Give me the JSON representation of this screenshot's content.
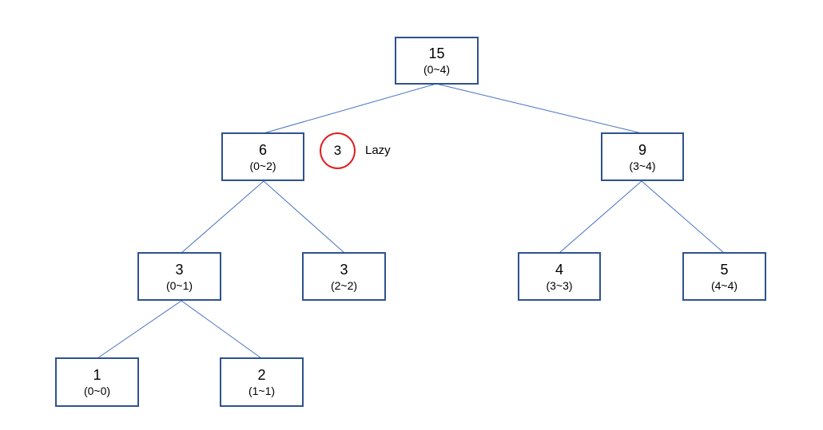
{
  "nodes": [
    {
      "value": "15",
      "range": "(0~4)"
    },
    {
      "value": "6",
      "range": "(0~2)"
    },
    {
      "value": "9",
      "range": "(3~4)"
    },
    {
      "value": "3",
      "range": "(0~1)"
    },
    {
      "value": "3",
      "range": "(2~2)"
    },
    {
      "value": "4",
      "range": "(3~3)"
    },
    {
      "value": "5",
      "range": "(4~4)"
    },
    {
      "value": "1",
      "range": "(0~0)"
    },
    {
      "value": "2",
      "range": "(1~1)"
    }
  ],
  "lazy": {
    "value": "3",
    "label": "Lazy"
  },
  "colors": {
    "node_border": "#2f528f",
    "edge": "#4472c4",
    "lazy_circle": "#e21d1d"
  }
}
